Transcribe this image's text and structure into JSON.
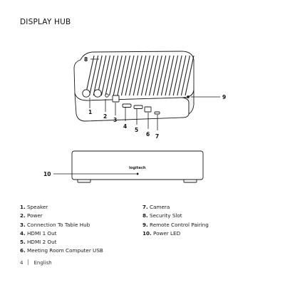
{
  "document": {
    "title": "DISPLAY HUB",
    "logo_text": "logitech",
    "callouts": [
      "1",
      "2",
      "3",
      "4",
      "5",
      "6",
      "7",
      "8",
      "9",
      "10"
    ],
    "legend_left": [
      {
        "num": "1.",
        "label": "Speaker"
      },
      {
        "num": "2.",
        "label": "Power"
      },
      {
        "num": "3.",
        "label": "Connection To Table Hub"
      },
      {
        "num": "4.",
        "label": "HDMI 1 Out"
      },
      {
        "num": "5.",
        "label": "HDMI 2 Out"
      },
      {
        "num": "6.",
        "label": "Meeting Room Computer USB"
      }
    ],
    "legend_right": [
      {
        "num": "7.",
        "label": "Camera"
      },
      {
        "num": "8.",
        "label": "Security Slot"
      },
      {
        "num": "9.",
        "label": "Remote Control Pairing"
      },
      {
        "num": "10.",
        "label": "Power LED"
      }
    ],
    "footer": {
      "page_number": "4",
      "language": "English"
    }
  }
}
